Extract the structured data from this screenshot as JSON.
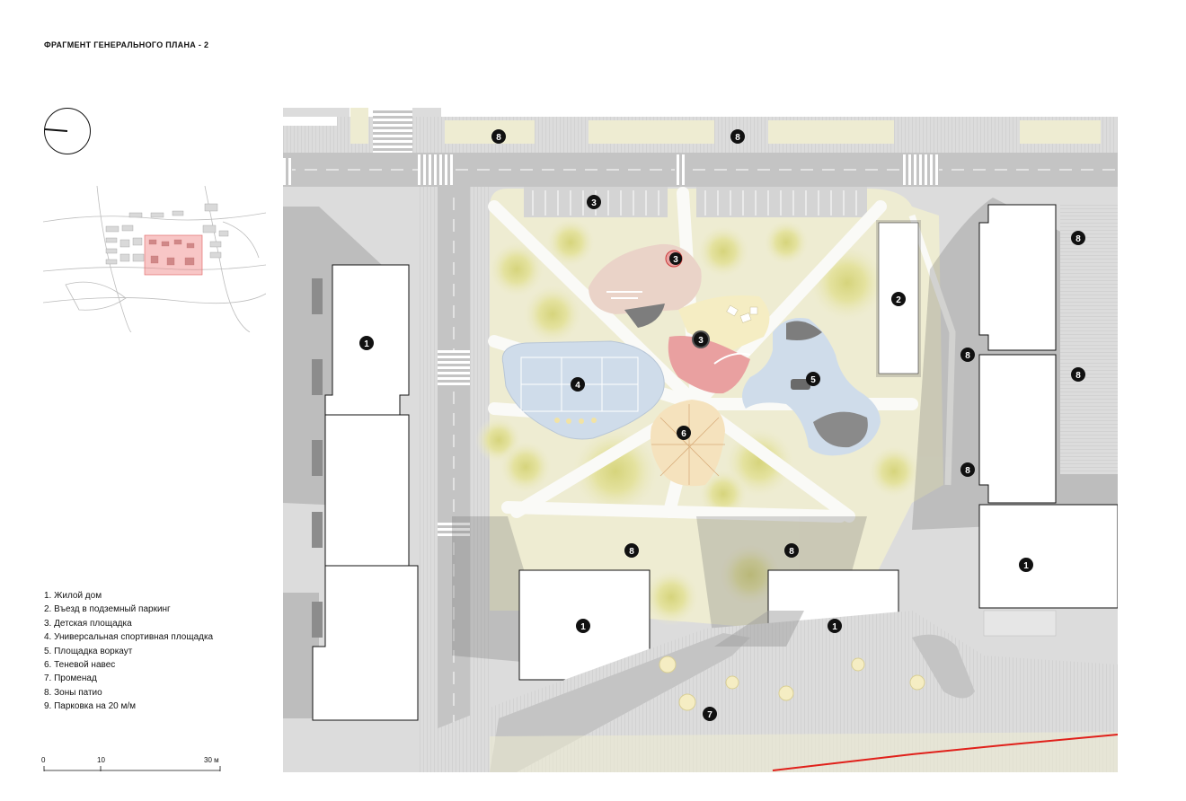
{
  "title": "ФРАГМЕНТ ГЕНЕРАЛЬНОГО ПЛАНА - 2",
  "legend": [
    "1. Жилой дом",
    "2. Въезд в подземный паркинг",
    "3. Детская площадка",
    "4. Универсальная спортивная площадка",
    "5. Площадка воркаут",
    "6. Теневой навес",
    "7. Променад",
    "8. Зоны патио",
    "9. Парковка на 20 м/м"
  ],
  "scale": {
    "t0": "0",
    "t1": "10",
    "t2": "30 м"
  },
  "markers": {
    "house": "1",
    "parking_entry": "2",
    "playground": "3",
    "sports": "4",
    "workout": "5",
    "canopy": "6",
    "promenade": "7",
    "patio": "8"
  },
  "colors": {
    "road": "#c4c4c4",
    "sidewalk": "#dcdcdc",
    "lawn": "#eeecd2",
    "path": "#fafaf7",
    "building": "#ffffff",
    "playground": "#ead3c8",
    "playground_red": "#e9a0a0",
    "sports": "#cfdcea",
    "canopy": "#f5e2bd",
    "tree": "#e2df9d",
    "shadow": "#7a7a7a",
    "redline": "#e0201a",
    "keymap_highlight": "#f08080"
  }
}
